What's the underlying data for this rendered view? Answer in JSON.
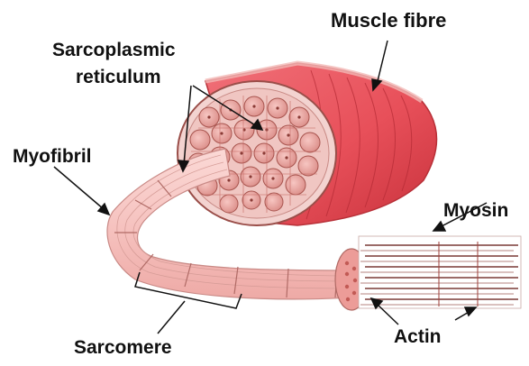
{
  "labels": {
    "muscle_fibre": "Muscle fibre",
    "sarcoplasmic_line1": "Sarcoplasmic",
    "sarcoplasmic_line2": "reticulum",
    "myofibril": "Myofibril",
    "myosin": "Myosin",
    "sarcomere": "Sarcomere",
    "actin": "Actin"
  },
  "colors": {
    "muscle_red": "#e8505a",
    "muscle_red_dark": "#c8323c",
    "myofibril_pink": "#f6c3c0",
    "myofibril_stroke": "#c98a86",
    "cross_section_bg": "#f3d3d0",
    "bundle_fill": "#eaa7a3",
    "bundle_stroke": "#a8554f",
    "filament_stroke": "#7a3a36",
    "text": "#111111"
  }
}
